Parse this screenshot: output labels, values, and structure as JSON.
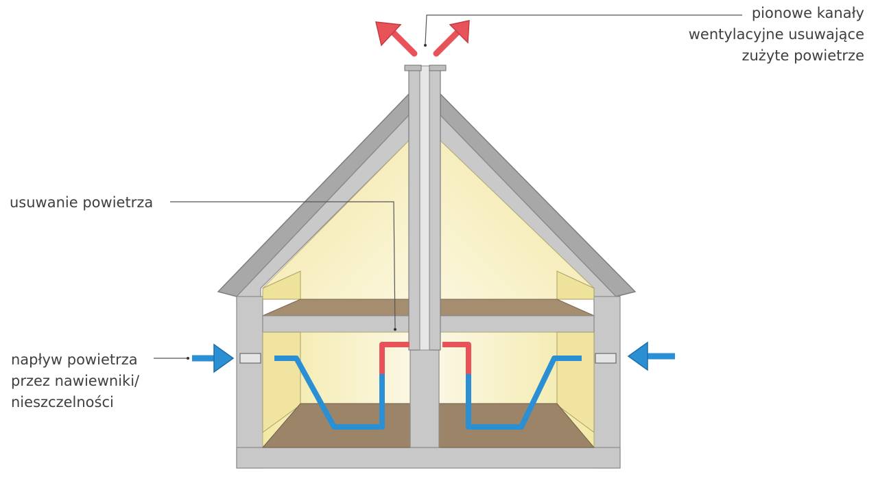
{
  "labels": {
    "exhaust_ducts": {
      "line1": "pionowe kanały",
      "line2": "wentylacyjne usuwające",
      "line3": "zużyte powietrze"
    },
    "air_removal": "usuwanie powietrza",
    "air_inflow": {
      "line1": "napływ powietrza",
      "line2": "przez nawiewniki/",
      "line3": "nieszczelności"
    }
  },
  "colors": {
    "wall": "#c8c8c8",
    "wall_outline": "#8a8a8a",
    "roof": "#a9a9a9",
    "room_fill": "#f3ebab",
    "floor": "#9b8467",
    "fresh_air": "#2b8fd4",
    "exhaust_air": "#e8535a",
    "leader_line": "#555555"
  }
}
